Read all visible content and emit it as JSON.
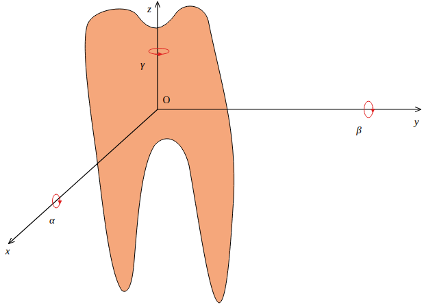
{
  "diagram": {
    "labels": [
      "z",
      "y",
      "x",
      "O",
      "α",
      "β",
      "γ"
    ]
  }
}
